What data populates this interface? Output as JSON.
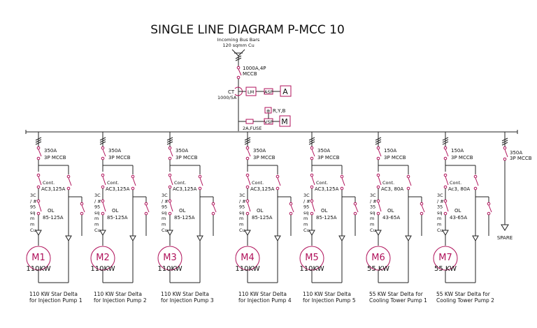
{
  "title": "SINGLE LINE DIAGRAM P-MCC 10",
  "incoming": {
    "line1": "Incoming Bus Bars",
    "line2": "120 sqmm Cu"
  },
  "main_breaker": {
    "rating": "1000A,4P",
    "type": "MCCB"
  },
  "metering": {
    "ct": "CT",
    "ct_ratio": "1000/5A",
    "lm": "LM",
    "asp": "ASP",
    "ammeter": "A",
    "phase_indicator": "R,Y,B",
    "vsp": "VSP",
    "voltmeter": "M",
    "fuse": "2A,FUSE"
  },
  "feeders": [
    {
      "mccb": "350A",
      "mccb_type": "3P MCCB",
      "cont": "Cont.",
      "cont_rating": "AC3,125A",
      "cable": [
        "3C",
        "/ #",
        "95",
        "sq",
        "m",
        "m",
        "Cu"
      ],
      "ol": "OL",
      "ol_range": "85-125A",
      "motor": "M1",
      "kw": "110KW",
      "desc1": "110 KW  Star Delta",
      "desc2": "for Injection Pump 1"
    },
    {
      "mccb": "350A",
      "mccb_type": "3P MCCB",
      "cont": "Cont.",
      "cont_rating": "AC3,125A",
      "cable": [
        "3C",
        "/ #",
        "95",
        "sq",
        "m",
        "m",
        "Cu"
      ],
      "ol": "OL",
      "ol_range": "85-125A",
      "motor": "M2",
      "kw": "110KW",
      "desc1": "110 KW  Star Delta",
      "desc2": "for Injection Pump 2"
    },
    {
      "mccb": "350A",
      "mccb_type": "3P MCCB",
      "cont": "Cont.",
      "cont_rating": "AC3,125A",
      "cable": [
        "3C",
        "/ #",
        "95",
        "sq",
        "m",
        "m",
        "Cu"
      ],
      "ol": "OL",
      "ol_range": "85-125A",
      "motor": "M3",
      "kw": "110KW",
      "desc1": "110 KW  Star Delta",
      "desc2": "for Injection Pump 3"
    },
    {
      "mccb": "350A",
      "mccb_type": "3P MCCB",
      "cont": "Cont.",
      "cont_rating": "AC3,125A",
      "cable": [
        "3C",
        "/ #",
        "95",
        "sq",
        "m",
        "m",
        "Cu"
      ],
      "ol": "OL",
      "ol_range": "85-125A",
      "motor": "M4",
      "kw": "110KW",
      "desc1": "110 KW  Star Delta",
      "desc2": "for Injection Pump 4"
    },
    {
      "mccb": "350A",
      "mccb_type": "3P MCCB",
      "cont": "Cont.",
      "cont_rating": "AC3,125A",
      "cable": [
        "3C",
        "/ #",
        "95",
        "sq",
        "m",
        "m",
        "Cu"
      ],
      "ol": "OL",
      "ol_range": "85-125A",
      "motor": "M5",
      "kw": "110KW",
      "desc1": "110 KW  Star Delta",
      "desc2": "for Injection Pump 5"
    },
    {
      "mccb": "150A",
      "mccb_type": "3P MCCB",
      "cont": "Cont.",
      "cont_rating": "AC3, 80A",
      "cable": [
        "3C",
        "/ #",
        "35",
        "sq",
        "m",
        "m",
        "Cu"
      ],
      "ol": "OL",
      "ol_range": "43-65A",
      "motor": "M6",
      "kw": "55 KW",
      "desc1": "55 KW  Star Delta for",
      "desc2": "Cooling Tower Pump 1"
    },
    {
      "mccb": "150A",
      "mccb_type": "3P MCCB",
      "cont": "Cont.",
      "cont_rating": "Ac3, 80A",
      "cable": [
        "3C",
        "/ #",
        "35",
        "sq",
        "m",
        "m",
        "Cu"
      ],
      "ol": "OL",
      "ol_range": "43-65A",
      "motor": "M7",
      "kw": "55 KW",
      "desc1": "55 KW  Star Delta for",
      "desc2": "Cooling Tower Pump 2"
    }
  ],
  "spare": {
    "mccb": "350A",
    "mccb_type": "3P MCCB",
    "label": "SPARE"
  }
}
